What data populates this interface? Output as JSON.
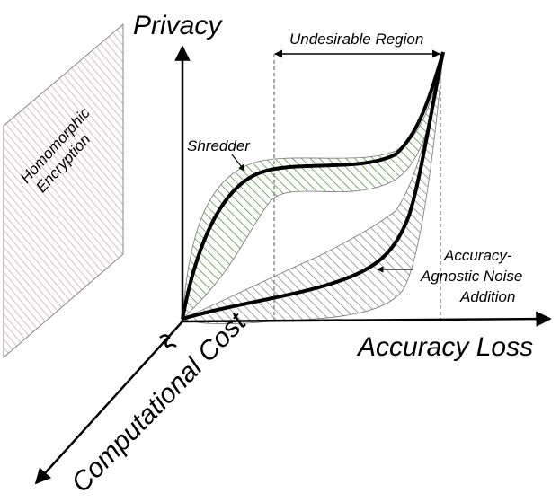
{
  "axes": {
    "y_label": "Privacy",
    "x_label": "Accuracy Loss",
    "z_label": "Computational Cost"
  },
  "annotations": {
    "undesirable_region": "Undesirable Region",
    "shredder": "Shredder",
    "noise_line1": "Accuracy-",
    "noise_line2": "Agnostic Noise",
    "noise_line3": "Addition",
    "homomorphic_line1": "Homomorphic",
    "homomorphic_line2": "Encryption"
  },
  "colors": {
    "shredder_hatch": "#4f9a3a",
    "noise_hatch": "#8a8a8a",
    "homomorphic_hatch": "#c8a4b4",
    "line": "#000000"
  }
}
